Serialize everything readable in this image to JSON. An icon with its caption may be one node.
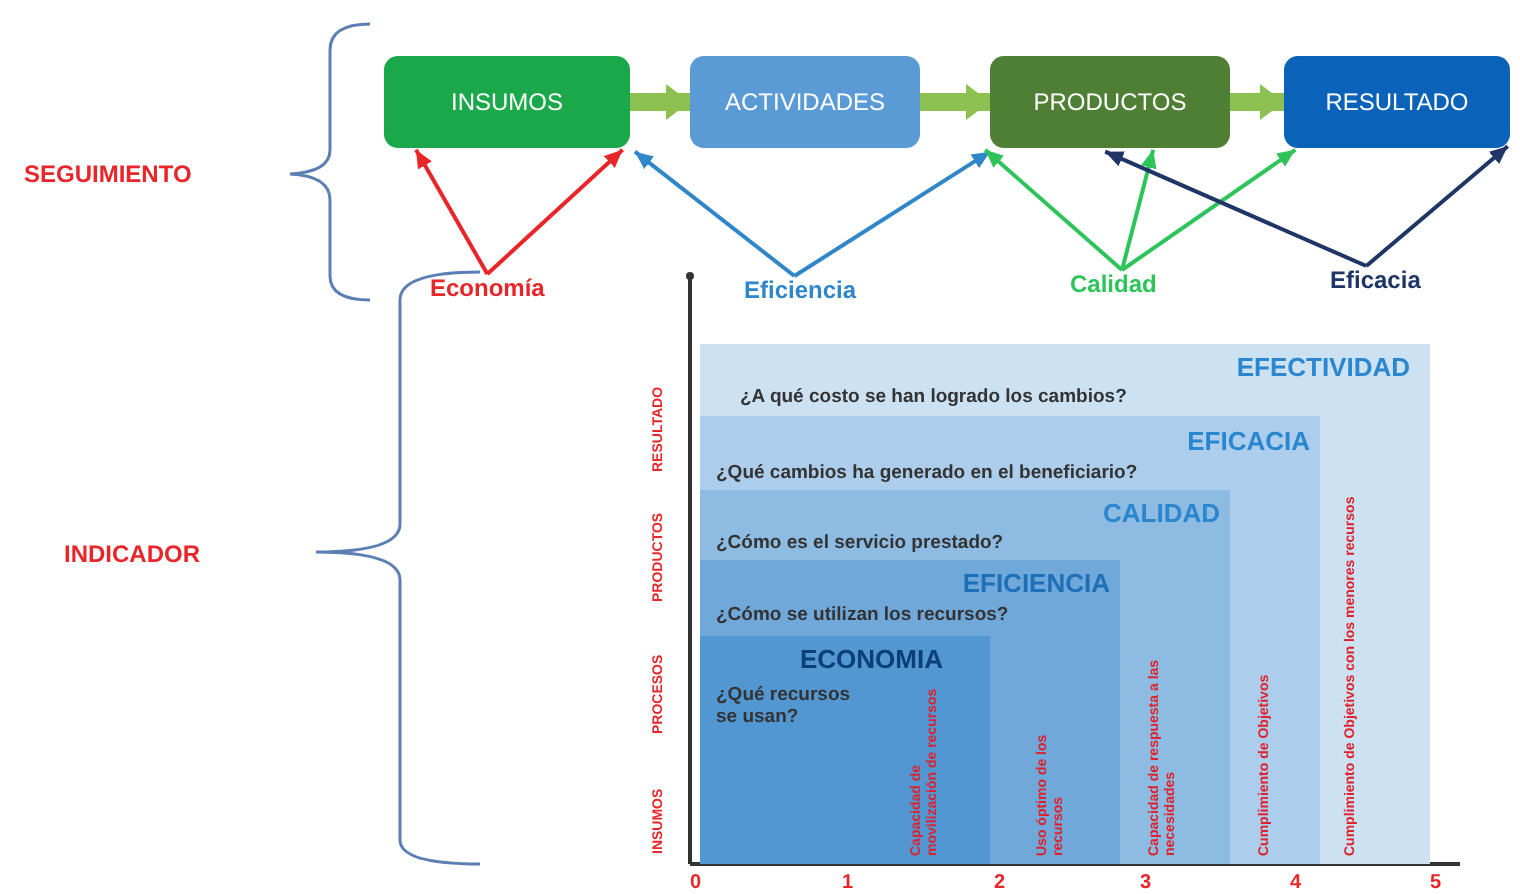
{
  "diagram": {
    "nodes": [
      {
        "text": [
          "INSUMOS"
        ]
      },
      {
        "text": [
          "ACTIVIDADES"
        ]
      },
      {
        "text": [
          "PRODUCTOS"
        ]
      },
      {
        "text": [
          "RESULTADO"
        ]
      },
      {
        "text": [
          "Economía"
        ]
      },
      {
        "text": [
          "Eficiencia"
        ]
      },
      {
        "text": [
          "Calidad"
        ]
      },
      {
        "text": [
          "Eficacia"
        ]
      },
      {
        "text": [
          "EFECTIVIDAD",
          "¿A qué costo se han logrado los cambios?",
          "Cumplimiento de Objetivos con los menores recursos"
        ]
      },
      {
        "text": [
          "EFICACIA",
          "¿Qué cambios ha generado en el beneficiario?",
          "Cumplimiento de Objetivos"
        ],
        "in": 8
      },
      {
        "text": [
          "CALIDAD",
          "¿Cómo es el servicio prestado?",
          "Capacidad de respuesta a las necesidades"
        ],
        "in": 9
      },
      {
        "text": [
          "EFICIENCIA",
          "¿Cómo se utilizan los recursos?",
          "Uso óptimo de los recursos"
        ],
        "in": 10
      },
      {
        "text": [
          "ECONOMIA",
          "¿Qué recursos se usan?",
          "Capacidad de movilización de recursos"
        ],
        "in": 11
      }
    ],
    "edges": [
      {
        "from": 0,
        "to": 1,
        "arrow": "to",
        "style": "thick",
        "color": "#8cc152"
      },
      {
        "from": 1,
        "to": 2,
        "arrow": "to",
        "style": "thick",
        "color": "#8cc152"
      },
      {
        "from": 2,
        "to": 3,
        "arrow": "to",
        "style": "thick",
        "color": "#8cc152"
      },
      {
        "from": 4,
        "to": 0,
        "arrow": "to",
        "color": "#e8262a"
      },
      {
        "from": 4,
        "to": 0,
        "arrow": "to",
        "color": "#e8262a"
      },
      {
        "from": 5,
        "to": 0,
        "arrow": "to",
        "color": "#2f86c8"
      },
      {
        "from": 5,
        "to": 2,
        "arrow": "to",
        "color": "#2f86c8"
      },
      {
        "from": 6,
        "to": 2,
        "arrow": "to",
        "color": "#2fc45a"
      },
      {
        "from": 6,
        "to": 2,
        "arrow": "to",
        "color": "#2fc45a"
      },
      {
        "from": 6,
        "to": 3,
        "arrow": "to",
        "color": "#2fc45a"
      },
      {
        "from": 7,
        "to": 2,
        "arrow": "to",
        "color": "#1f3566"
      },
      {
        "from": 7,
        "to": 3,
        "arrow": "to",
        "color": "#1f3566"
      }
    ],
    "labels": [
      "SEGUIMIENTO",
      "INDICADOR",
      "INSUMOS",
      "PROCESOS",
      "PRODUCTOS",
      "RESULTADO",
      "0",
      "1",
      "2",
      "3",
      "4",
      "5"
    ]
  }
}
